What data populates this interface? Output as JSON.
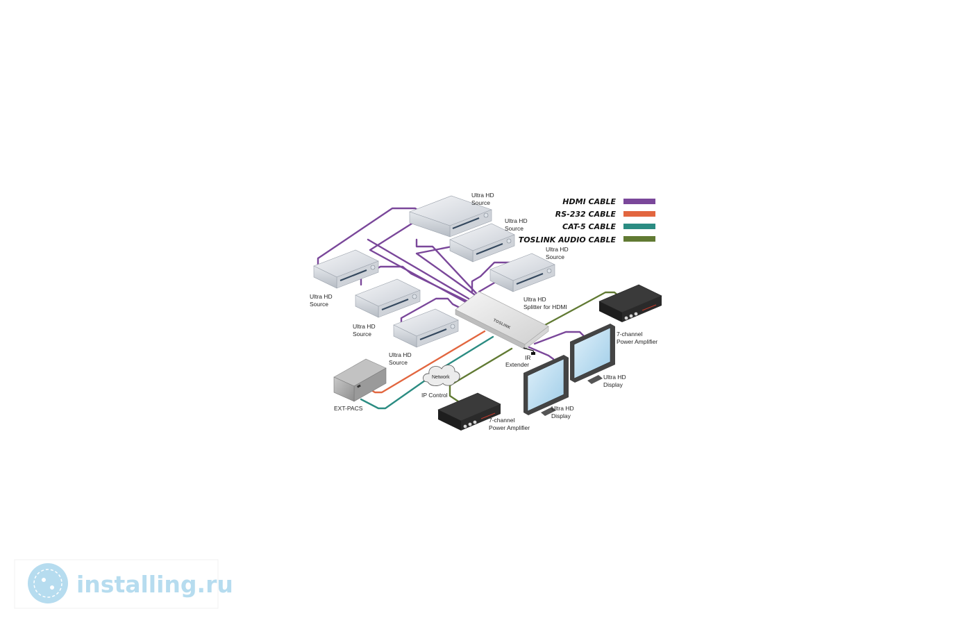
{
  "legend": [
    {
      "label": "HDMI CABLE",
      "color": "#7a479a"
    },
    {
      "label": "RS-232 CABLE",
      "color": "#e2663f"
    },
    {
      "label": "CAT-5 CABLE",
      "color": "#2b8c82"
    },
    {
      "label": "TOSLINK AUDIO CABLE",
      "color": "#617a33"
    }
  ],
  "labels": {
    "source_label": [
      "Ultra HD",
      "Source"
    ],
    "splitter_label": [
      "Ultra HD",
      "Splitter for HDMI"
    ],
    "ir_label": [
      "IR",
      "Extender"
    ],
    "amp_label": [
      "7-channel",
      "Power Amplifier"
    ],
    "display_label": [
      "Ultra HD",
      "Display"
    ],
    "ext_pacs": "EXT-PACS",
    "network": "Network",
    "ip_control": "IP Control",
    "splitter_brand": "TOSLINK"
  },
  "watermark": {
    "text": "installing.ru",
    "color": "#b6dcef"
  }
}
